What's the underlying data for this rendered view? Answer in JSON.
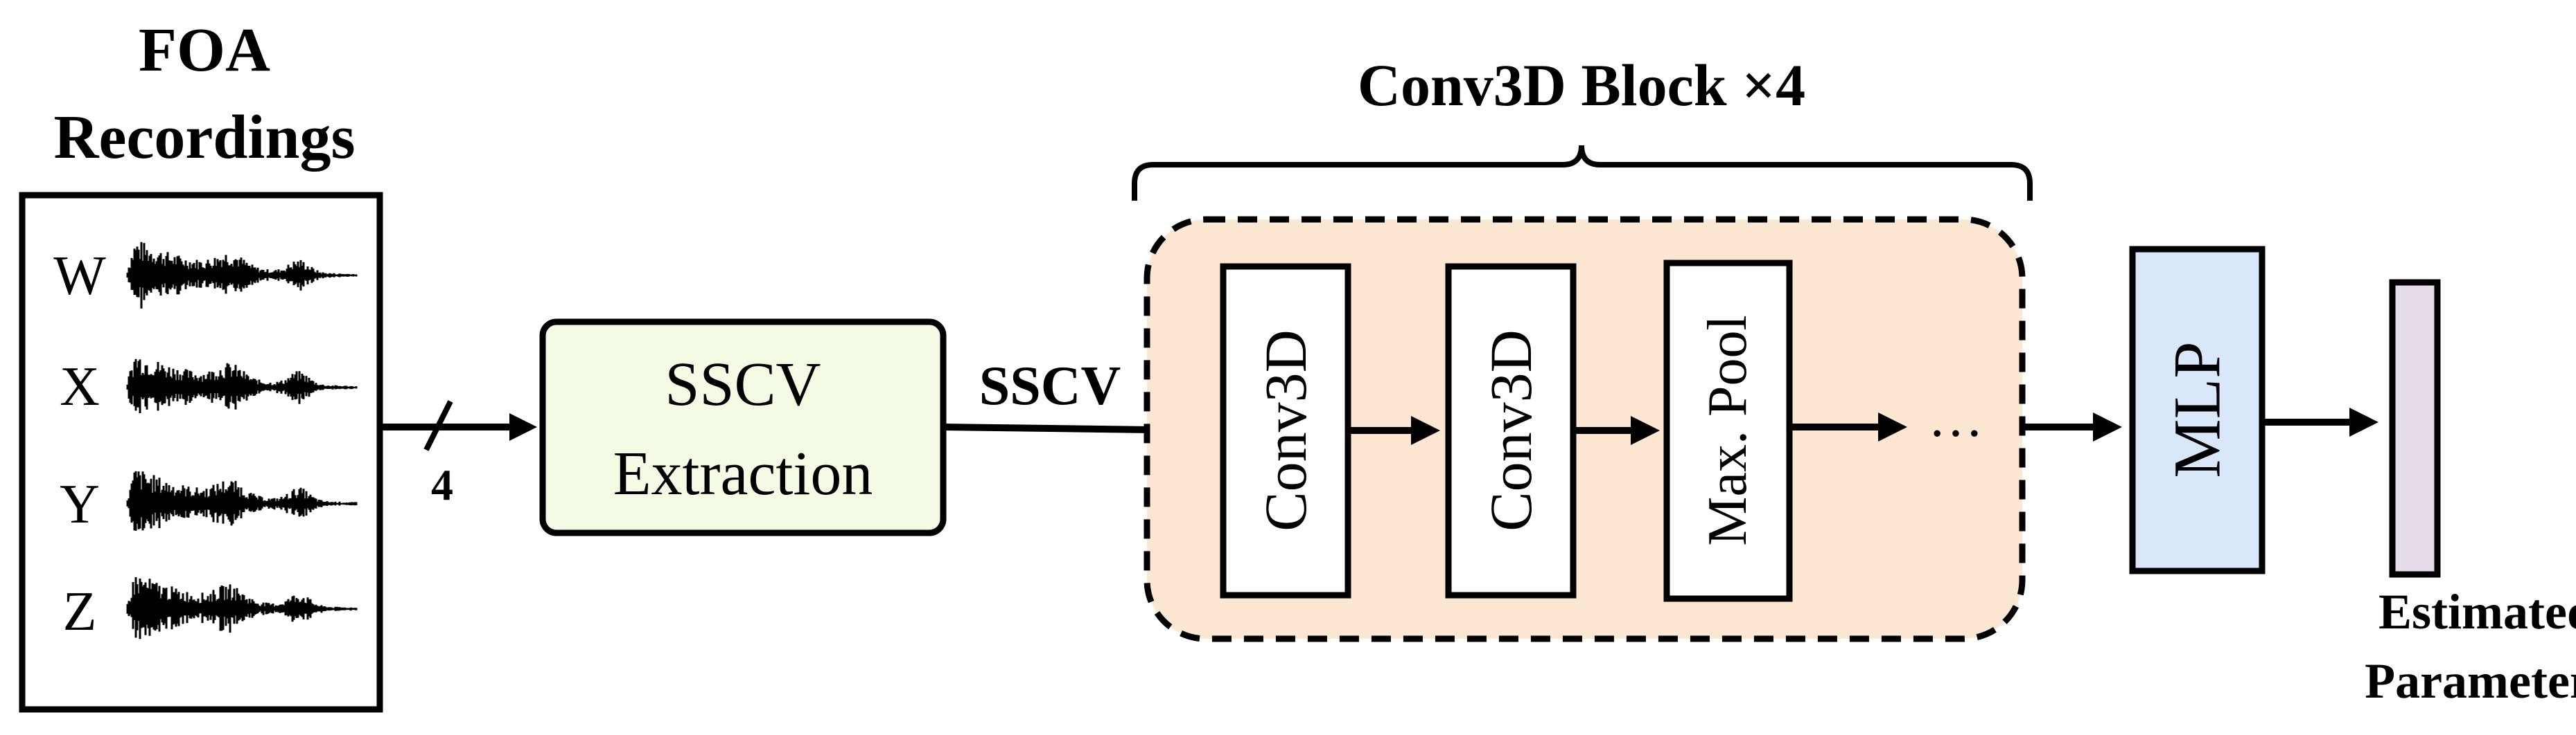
{
  "input": {
    "title_line1": "FOA",
    "title_line2": "Recordings",
    "channels": [
      "W",
      "X",
      "Y",
      "Z"
    ],
    "channel_count": "4"
  },
  "sscv_block": {
    "line1": "SSCV",
    "line2": "Extraction",
    "color": "#f3fbe4"
  },
  "sscv_arrow_label": "SSCV",
  "conv_group": {
    "label": "Conv3D Block ×4",
    "color": "#fde6d2",
    "layers": [
      "Conv3D",
      "Conv3D",
      "Max. Pool"
    ],
    "ellipsis": "…"
  },
  "mlp": {
    "label": "MLP",
    "color": "#d9e7fb"
  },
  "output": {
    "line1": "Estimated",
    "line2": "Parameters",
    "color": "#e6dbe8"
  }
}
